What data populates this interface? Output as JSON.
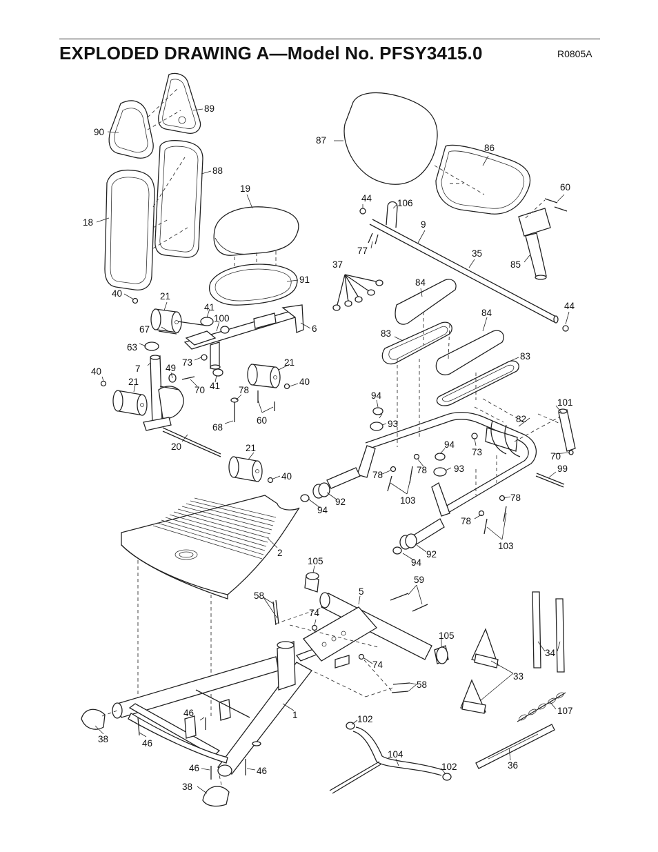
{
  "header": {
    "title": "EXPLODED DRAWING A—Model No. PFSY3415.0",
    "code": "R0805A"
  },
  "parts": {
    "p1": "1",
    "p2": "2",
    "p5": "5",
    "p6": "6",
    "p7": "7",
    "p9": "9",
    "p18": "18",
    "p19": "19",
    "p20": "20",
    "p21a": "21",
    "p21b": "21",
    "p21c": "21",
    "p21d": "21",
    "p33": "33",
    "p34": "34",
    "p35": "35",
    "p36": "36",
    "p37": "37",
    "p38a": "38",
    "p38b": "38",
    "p40a": "40",
    "p40b": "40",
    "p40c": "40",
    "p40d": "40",
    "p41a": "41",
    "p41b": "41",
    "p44a": "44",
    "p44b": "44",
    "p46a": "46",
    "p46b": "46",
    "p46c": "46",
    "p46d": "46",
    "p49": "49",
    "p58a": "58",
    "p58b": "58",
    "p59": "59",
    "p60a": "60",
    "p60b": "60",
    "p63": "63",
    "p67": "67",
    "p68": "68",
    "p70a": "70",
    "p70b": "70",
    "p73a": "73",
    "p73b": "73",
    "p74a": "74",
    "p74b": "74",
    "p77": "77",
    "p78a": "78",
    "p78b": "78",
    "p78c": "78",
    "p78d": "78",
    "p78e": "78",
    "p82": "82",
    "p83a": "83",
    "p83b": "83",
    "p84a": "84",
    "p84b": "84",
    "p85": "85",
    "p86": "86",
    "p87": "87",
    "p88": "88",
    "p89": "89",
    "p90": "90",
    "p91": "91",
    "p92a": "92",
    "p92b": "92",
    "p93a": "93",
    "p93b": "93",
    "p94a": "94",
    "p94b": "94",
    "p94c": "94",
    "p94d": "94",
    "p99": "99",
    "p100": "100",
    "p101": "101",
    "p102a": "102",
    "p102b": "102",
    "p103a": "103",
    "p103b": "103",
    "p104": "104",
    "p105a": "105",
    "p105b": "105",
    "p106": "106",
    "p107": "107"
  }
}
